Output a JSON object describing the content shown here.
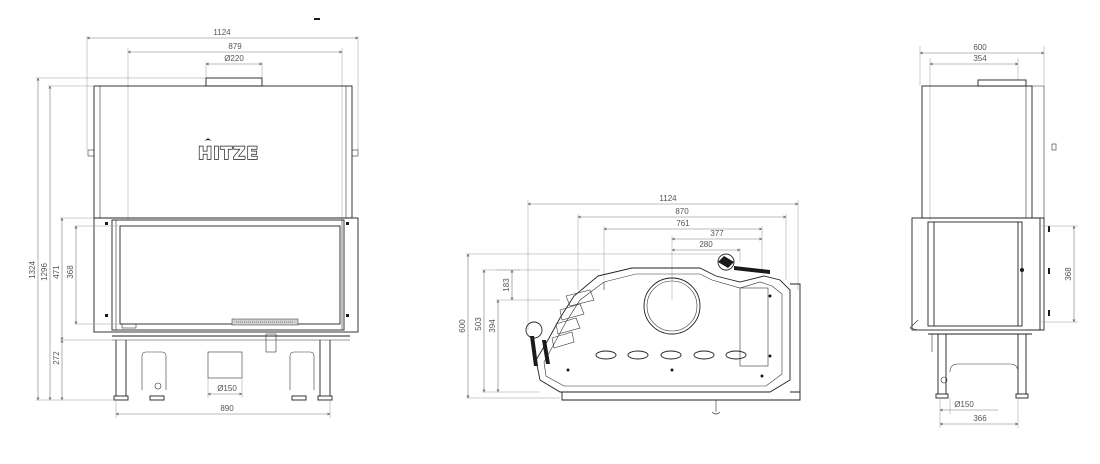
{
  "front_view": {
    "logo_text": "HITZE",
    "dims": {
      "overall_width": "1124",
      "inner_width": "879",
      "flue_diameter": "Ø220",
      "overall_height": "1324",
      "height_to_flue": "1296",
      "height_471": "471",
      "glass_height": "368",
      "base_height": "272",
      "air_inlet_diameter": "Ø150",
      "base_width": "890"
    }
  },
  "side_view": {
    "dims": {
      "overall_width": "1124",
      "width_870": "870",
      "width_761": "761",
      "width_377": "377",
      "width_280": "280",
      "overall_depth": "600",
      "depth_503": "503",
      "depth_394": "394",
      "depth_183": "183"
    }
  },
  "right_view": {
    "dims": {
      "overall_depth": "600",
      "flue_offset": "354",
      "glass_height": "368",
      "air_inlet_diameter": "Ø150",
      "base_depth": "366"
    }
  }
}
